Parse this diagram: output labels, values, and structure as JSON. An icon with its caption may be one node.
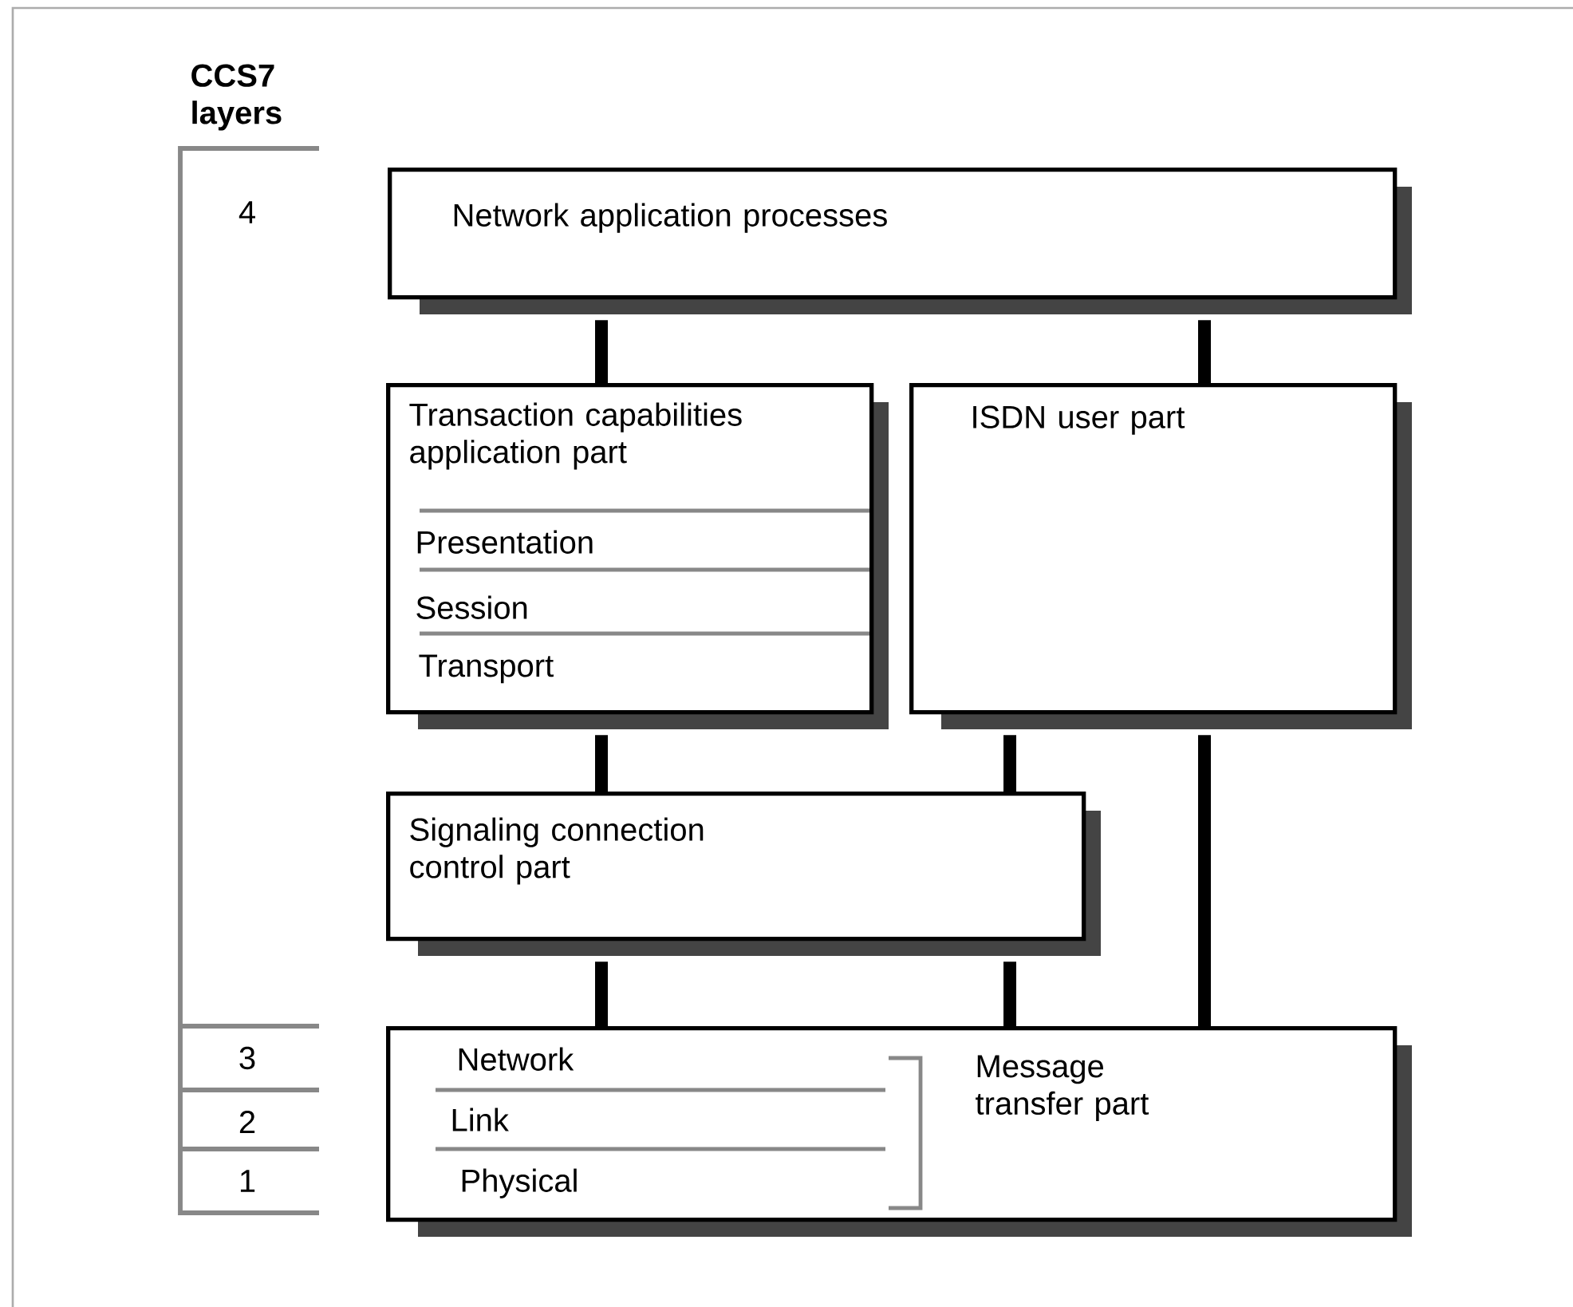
{
  "diagram": {
    "nodes": [
      {
        "text": [
          "Network application processes"
        ]
      },
      {
        "text": [
          "Transaction capabilities application part",
          "Presentation",
          "Session",
          "Transport"
        ]
      },
      {
        "text": [
          "ISDN user part"
        ]
      },
      {
        "text": [
          "Signaling connection control part"
        ]
      },
      {
        "text": [
          "Network",
          "Link",
          "Physical",
          "Message transfer part"
        ]
      }
    ],
    "edges": [
      {
        "from": 0,
        "to": 1,
        "arrow": "none"
      },
      {
        "from": 0,
        "to": 2,
        "arrow": "none"
      },
      {
        "from": 1,
        "to": 3,
        "arrow": "none"
      },
      {
        "from": 2,
        "to": 3,
        "arrow": "none"
      },
      {
        "from": 2,
        "to": 4,
        "arrow": "none"
      },
      {
        "from": 3,
        "to": 4,
        "arrow": "none"
      },
      {
        "from": 3,
        "to": 4,
        "arrow": "none"
      }
    ],
    "labels": [
      "CCS7 layers",
      "4",
      "3",
      "2",
      "1"
    ]
  }
}
